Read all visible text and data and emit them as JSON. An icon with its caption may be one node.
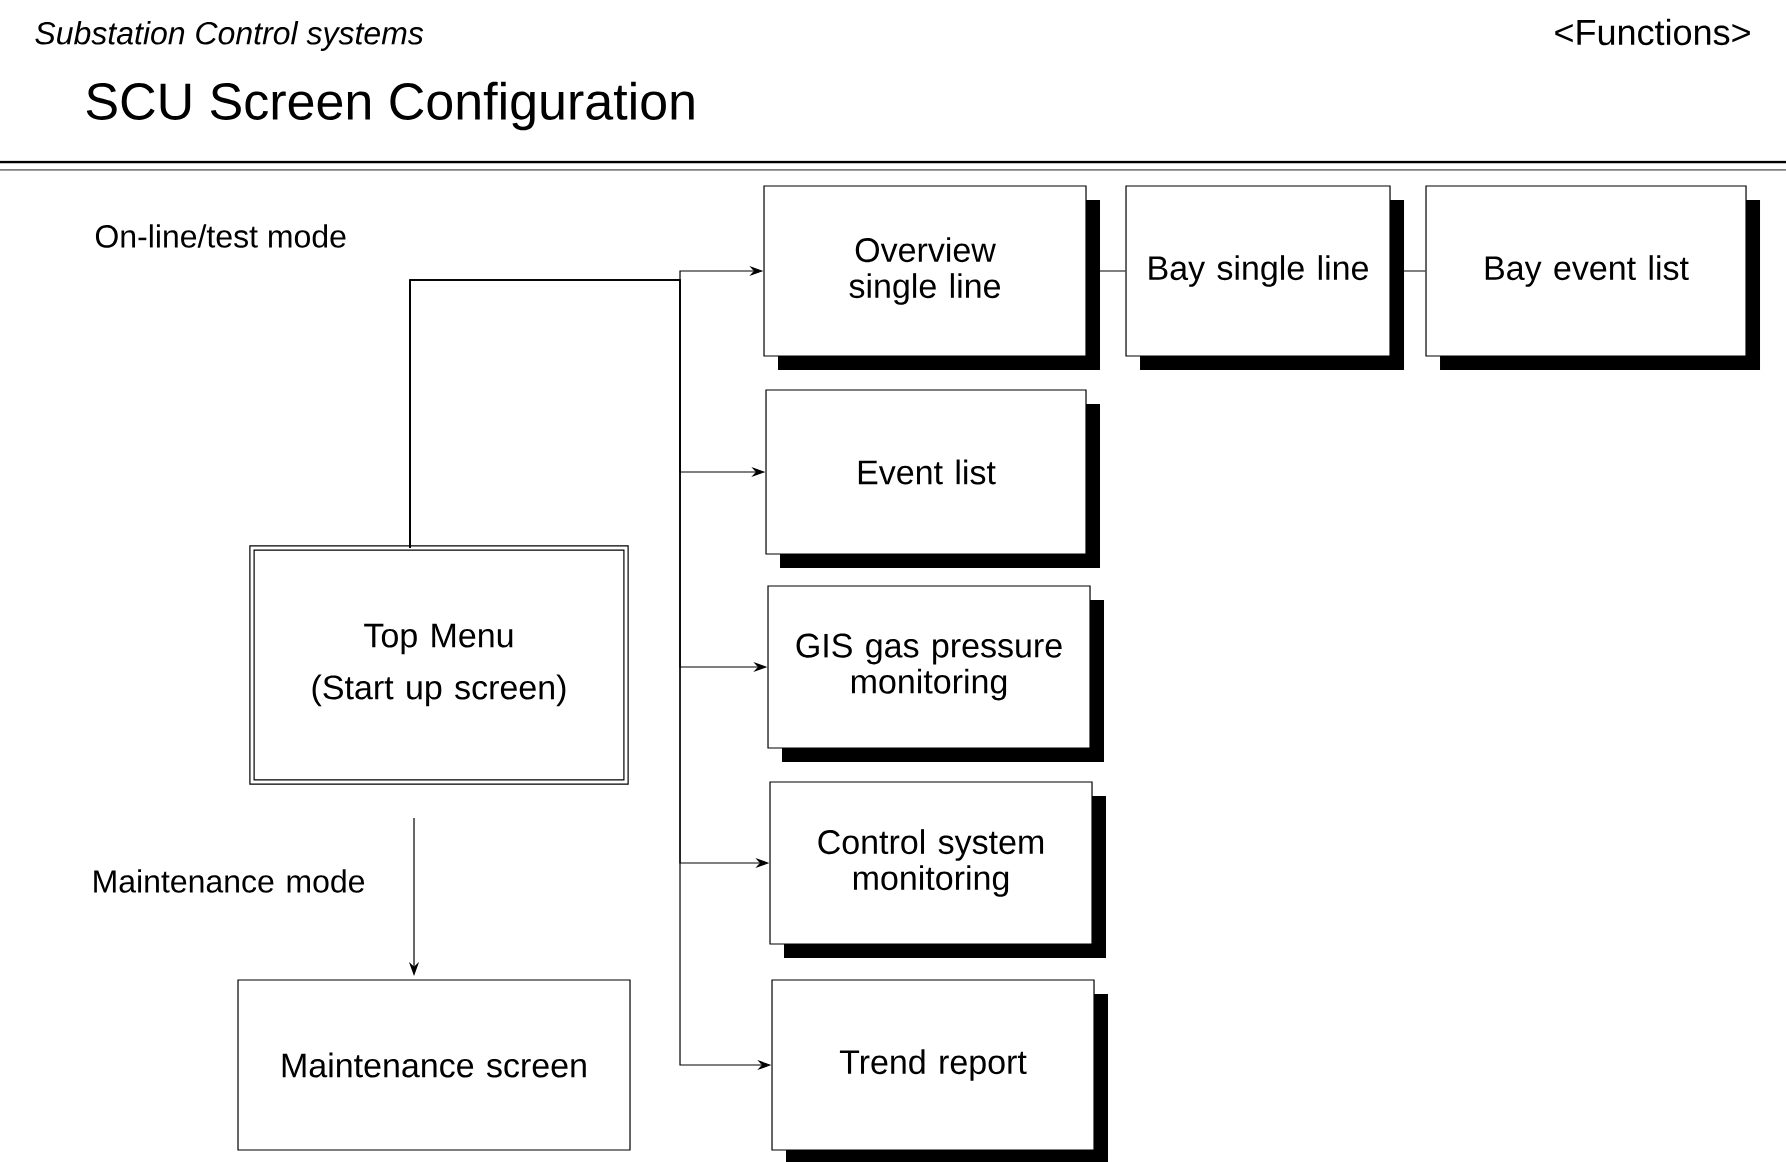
{
  "diagram": {
    "title": "SCU Screen Configuration",
    "nodes": [
      {
        "text": [
          "Top Menu",
          "(Start up screen)"
        ]
      },
      {
        "text": [
          "Maintenance screen"
        ]
      },
      {
        "text": [
          "Overview single line"
        ]
      },
      {
        "text": [
          "Bay single line"
        ]
      },
      {
        "text": [
          "Bay event list"
        ]
      },
      {
        "text": [
          "Event list"
        ]
      },
      {
        "text": [
          "GIS gas pressure monitoring"
        ]
      },
      {
        "text": [
          "Control system monitoring"
        ]
      },
      {
        "text": [
          "Trend report"
        ]
      }
    ],
    "edges": [
      {
        "from": 0,
        "to": 1,
        "arrow": "to",
        "label": "Maintenance mode"
      },
      {
        "from": 0,
        "to": 2,
        "arrow": "to"
      },
      {
        "from": 0,
        "to": 5,
        "arrow": "to"
      },
      {
        "from": 0,
        "to": 6,
        "arrow": "to"
      },
      {
        "from": 0,
        "to": 7,
        "arrow": "to"
      },
      {
        "from": 0,
        "to": 8,
        "arrow": "to"
      },
      {
        "from": 2,
        "to": 3,
        "arrow": "none"
      },
      {
        "from": 3,
        "to": 4,
        "arrow": "none"
      }
    ],
    "labels": [
      "Substation Control systems",
      "<Functions>",
      "On-line/test mode"
    ]
  }
}
